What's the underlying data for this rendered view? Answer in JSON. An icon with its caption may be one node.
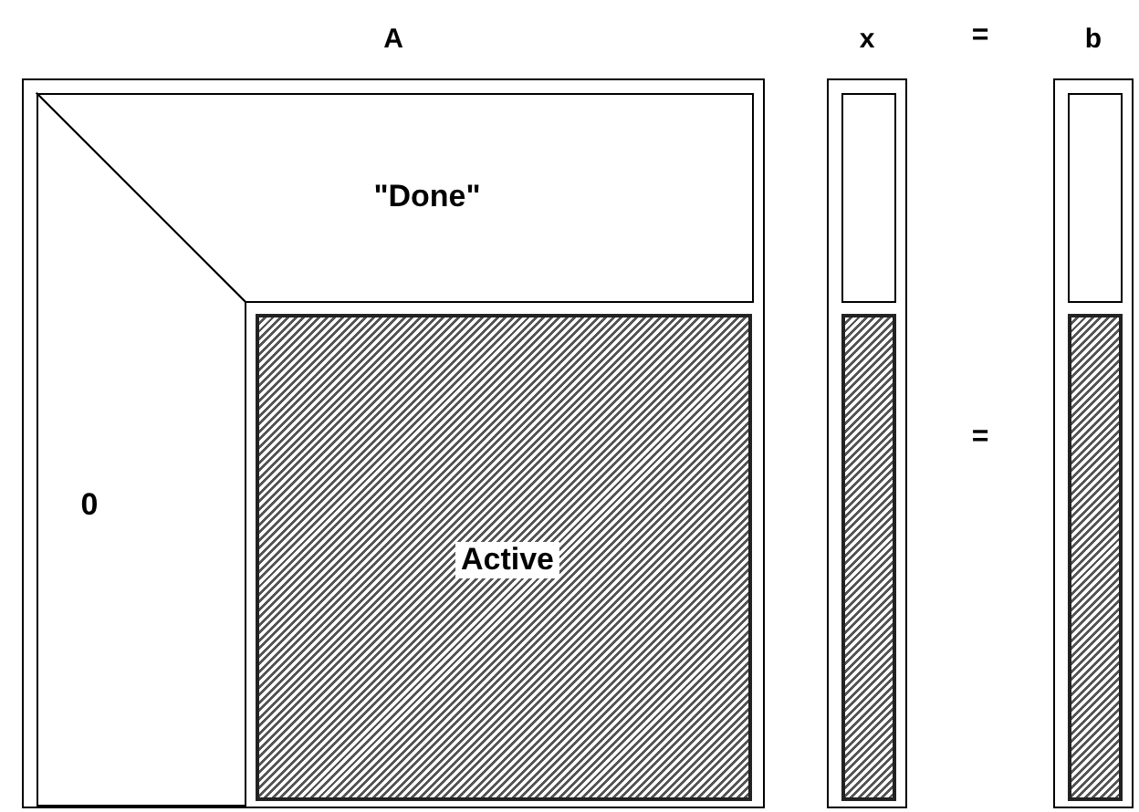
{
  "diagram": {
    "nodes": [
      {
        "text": [
          "A"
        ]
      },
      {
        "text": [
          "\"Done\""
        ],
        "in": 0
      },
      {
        "text": [
          "0"
        ],
        "in": 0
      },
      {
        "text": [
          "Active"
        ],
        "in": 0
      },
      {
        "text": [
          "x"
        ]
      },
      {
        "text": [],
        "shape": "box",
        "in": 4
      },
      {
        "text": [],
        "shape": "box",
        "in": 4
      },
      {
        "text": [
          "b"
        ]
      },
      {
        "text": [],
        "shape": "box",
        "in": 7
      },
      {
        "text": [],
        "shape": "box",
        "in": 7
      }
    ],
    "edges": [],
    "labels": [
      "=",
      "="
    ]
  }
}
